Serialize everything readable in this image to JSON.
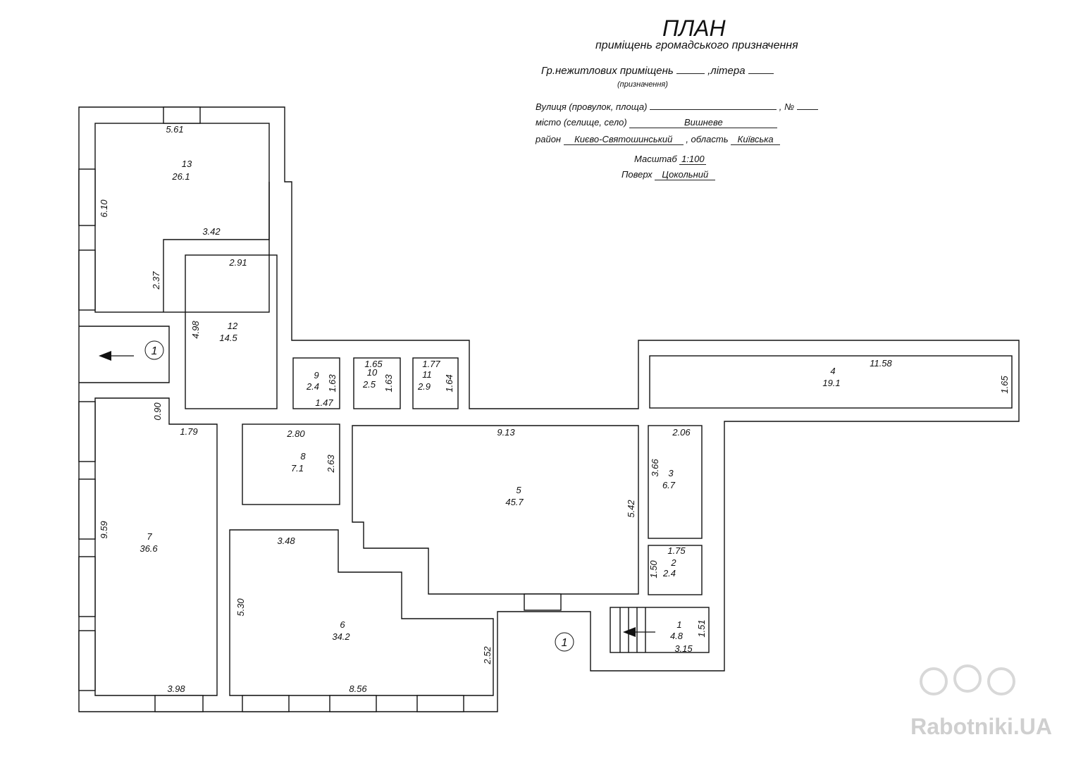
{
  "header": {
    "title": "ПЛАН",
    "subtitle": "приміщень громадського призначення",
    "purpose_label": "Гр.нежитлових приміщень",
    "purpose_value": "",
    "litera_label": ",літера",
    "litera_value": "",
    "purpose_caption": "(призначення)",
    "street_label": "Вулиця (провулок, площа)",
    "street_value": "",
    "number_label": ", №",
    "number_value": "",
    "city_label": "місто (селище, село)",
    "city_value": "Вишневе",
    "district_label": "район",
    "district_value": "Києво-Святошинський",
    "region_label": ", область",
    "region_value": "Київська",
    "scale_label": "Масштаб",
    "scale_value": "1:100",
    "floor_label": "Поверх",
    "floor_value": "Цокольний"
  },
  "rooms": [
    {
      "num": "13",
      "area": "26.1"
    },
    {
      "num": "12",
      "area": "14.5"
    },
    {
      "num": "9",
      "area": "2.4"
    },
    {
      "num": "10",
      "area": "2.5"
    },
    {
      "num": "11",
      "area": "2.9"
    },
    {
      "num": "4",
      "area": "19.1"
    },
    {
      "num": "8",
      "area": "7.1"
    },
    {
      "num": "5",
      "area": "45.7"
    },
    {
      "num": "3",
      "area": "6.7"
    },
    {
      "num": "2",
      "area": "2.4"
    },
    {
      "num": "7",
      "area": "36.6"
    },
    {
      "num": "6",
      "area": "34.2"
    },
    {
      "num": "1",
      "area": "4.8"
    }
  ],
  "dimensions": {
    "d561": "5.61",
    "d610": "6.10",
    "d342": "3.42",
    "d237": "2.37",
    "d291": "2.91",
    "d498": "4.98",
    "d090": "0.90",
    "d179": "1.79",
    "d959": "9.59",
    "d398": "3.98",
    "d280": "2.80",
    "d263": "2.63",
    "d348": "3.48",
    "d530": "5.30",
    "d856": "8.56",
    "d252": "2.52",
    "d913": "9.13",
    "d542": "5.42",
    "d1158": "11.58",
    "d165": "1.65",
    "d206": "2.06",
    "d366": "3.66",
    "d175": "1.75",
    "d150": "1.50",
    "d151": "1.51",
    "d315": "3.15",
    "d163a": "1.63",
    "d147": "1.47",
    "d165b": "1.65",
    "d163b": "1.63",
    "d177": "1.77",
    "d164": "1.64"
  },
  "entrances": [
    "1",
    "1"
  ],
  "watermark": "Rabotniki.UA"
}
